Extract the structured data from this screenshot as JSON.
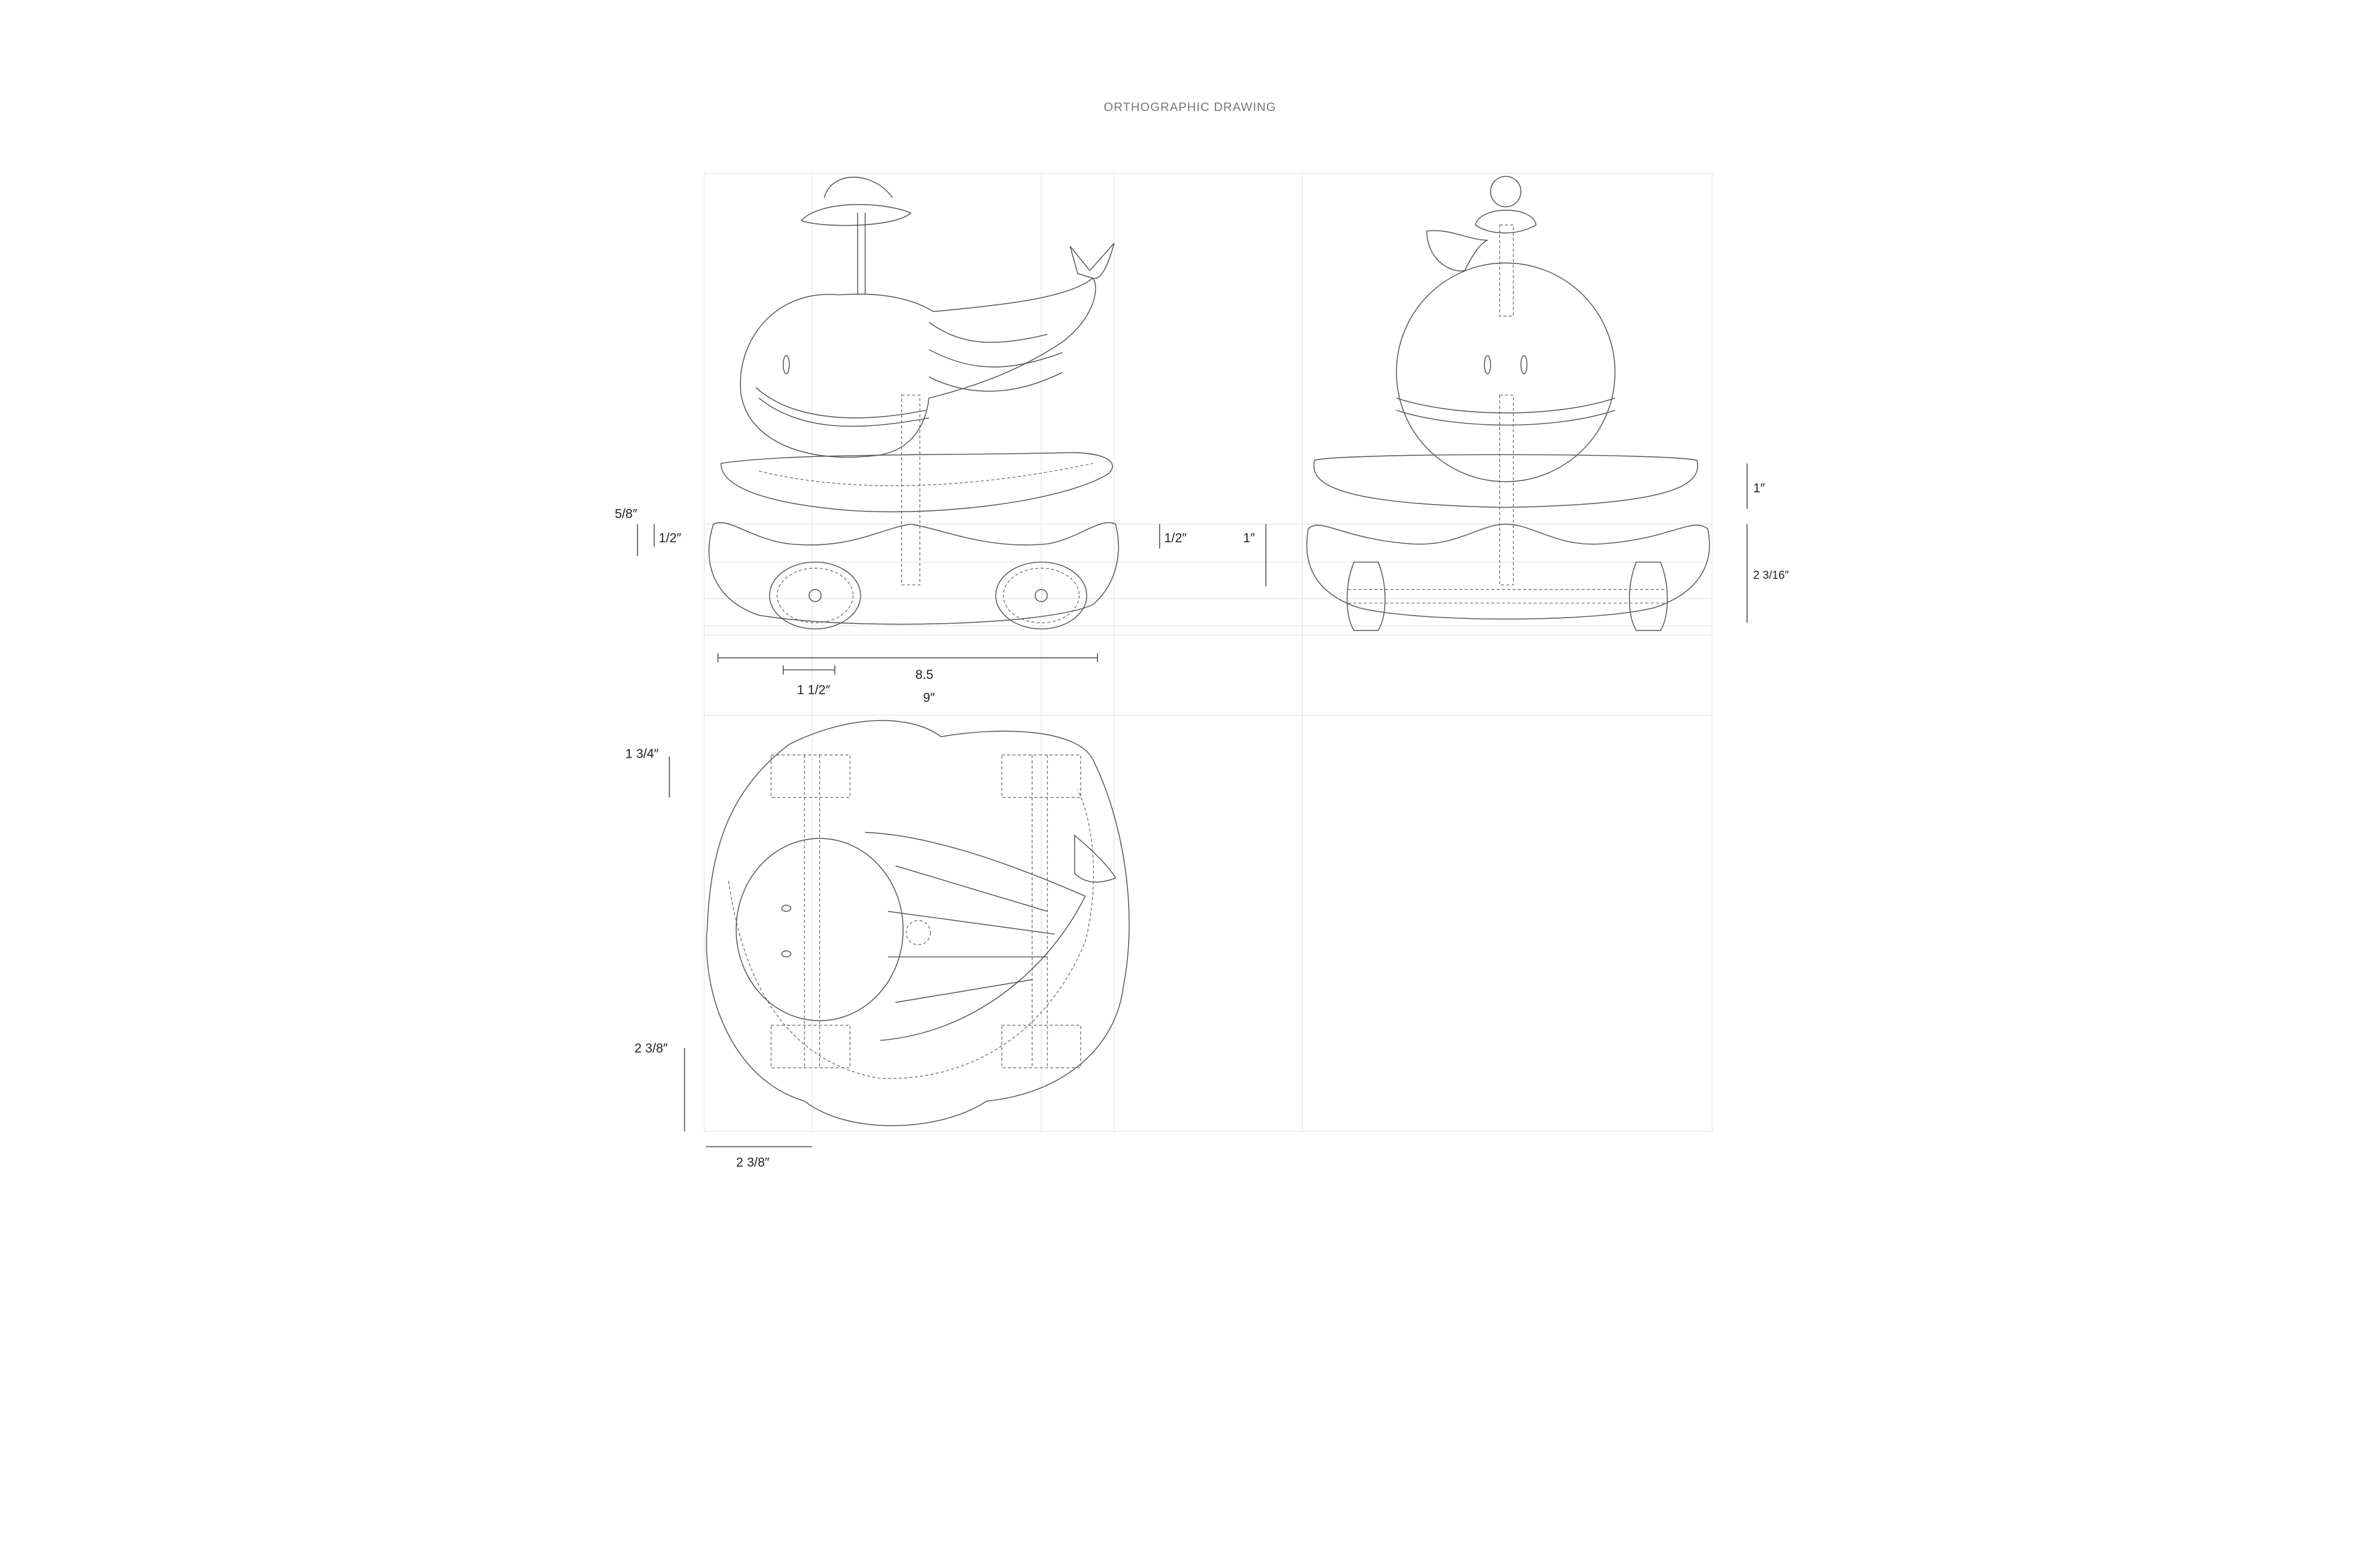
{
  "title": "ORTHOGRAPHIC DRAWING",
  "views": {
    "side": {
      "dims": {
        "five_eighths": "5/8″",
        "half_left": "1/2″",
        "half_right": "1/2″",
        "one_inch": "1″",
        "overall": "8.5",
        "wheel_offset": "1 1/2″",
        "length": "9″"
      }
    },
    "front": {
      "dims": {
        "one_inch": "1″",
        "height": "2 3/16″"
      }
    },
    "top": {
      "dims": {
        "three_quarter": "1 3/4″",
        "three_eighths_v": "2 3/8″",
        "three_eighths_h": "2 3/8″"
      }
    }
  },
  "colors": {
    "line": "#555555",
    "grid": "#e4e4e4",
    "text": "#222222"
  }
}
